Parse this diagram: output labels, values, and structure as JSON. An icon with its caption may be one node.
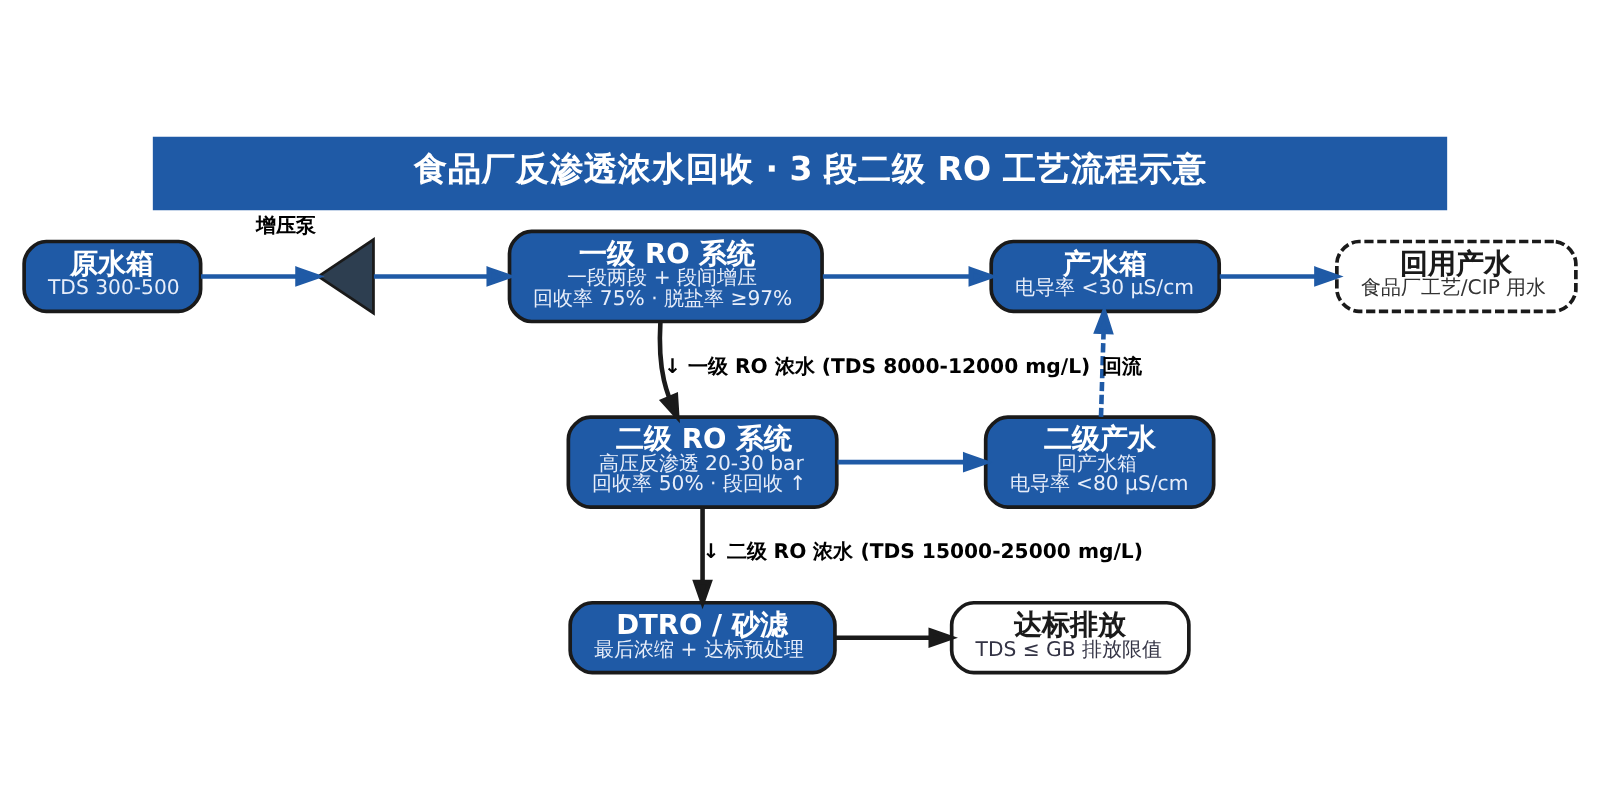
{
  "diagram": {
    "title": "食品厂反渗透浓水回收 · 3 段二级 RO 工艺流程示意",
    "nodes": [
      {
        "text": [
          "原水箱",
          "TDS 300-500"
        ]
      },
      {
        "text": [],
        "shape": "triangle",
        "beside": [
          "增压泵"
        ]
      },
      {
        "text": [
          "一级 RO 系统",
          "一段两段 + 段间增压",
          "回收率 75% · 脱盐率 ≥97%"
        ]
      },
      {
        "text": [
          "产水箱",
          "电导率 <30 μS/cm"
        ]
      },
      {
        "text": [
          "回用产水",
          "食品厂工艺/CIP 用水"
        ]
      },
      {
        "text": [
          "二级 RO 系统",
          "高压反渗透 20-30 bar",
          "回收率 50% · 段回收 ↑"
        ]
      },
      {
        "text": [
          "二级产水",
          "回产水箱",
          "电导率 <80 μS/cm"
        ]
      },
      {
        "text": [
          "DTRO / 砂滤",
          "最后浓缩 + 达标预处理"
        ]
      },
      {
        "text": [
          "达标排放",
          "TDS ≤ GB 排放限值"
        ]
      }
    ],
    "edges": [
      {
        "from": 0,
        "to": 1,
        "arrow": "to"
      },
      {
        "from": 1,
        "to": 2,
        "arrow": "to"
      },
      {
        "from": 2,
        "to": 3,
        "arrow": "to"
      },
      {
        "from": 3,
        "to": 4,
        "arrow": "to"
      },
      {
        "from": 2,
        "to": 5,
        "arrow": "to",
        "label": "↓ 一级 RO 浓水 (TDS 8000-12000 mg/L)",
        "color": "#1a1a1a"
      },
      {
        "from": 5,
        "to": 6,
        "arrow": "to"
      },
      {
        "from": 6,
        "to": 3,
        "arrow": "to",
        "label": "回流",
        "style": "dashed"
      },
      {
        "from": 5,
        "to": 7,
        "arrow": "to",
        "label": "↓ 二级 RO 浓水 (TDS 15000-25000 mg/L)",
        "color": "#1a1a1a"
      },
      {
        "from": 7,
        "to": 8,
        "arrow": "to",
        "color": "#1a1a1a"
      }
    ]
  }
}
